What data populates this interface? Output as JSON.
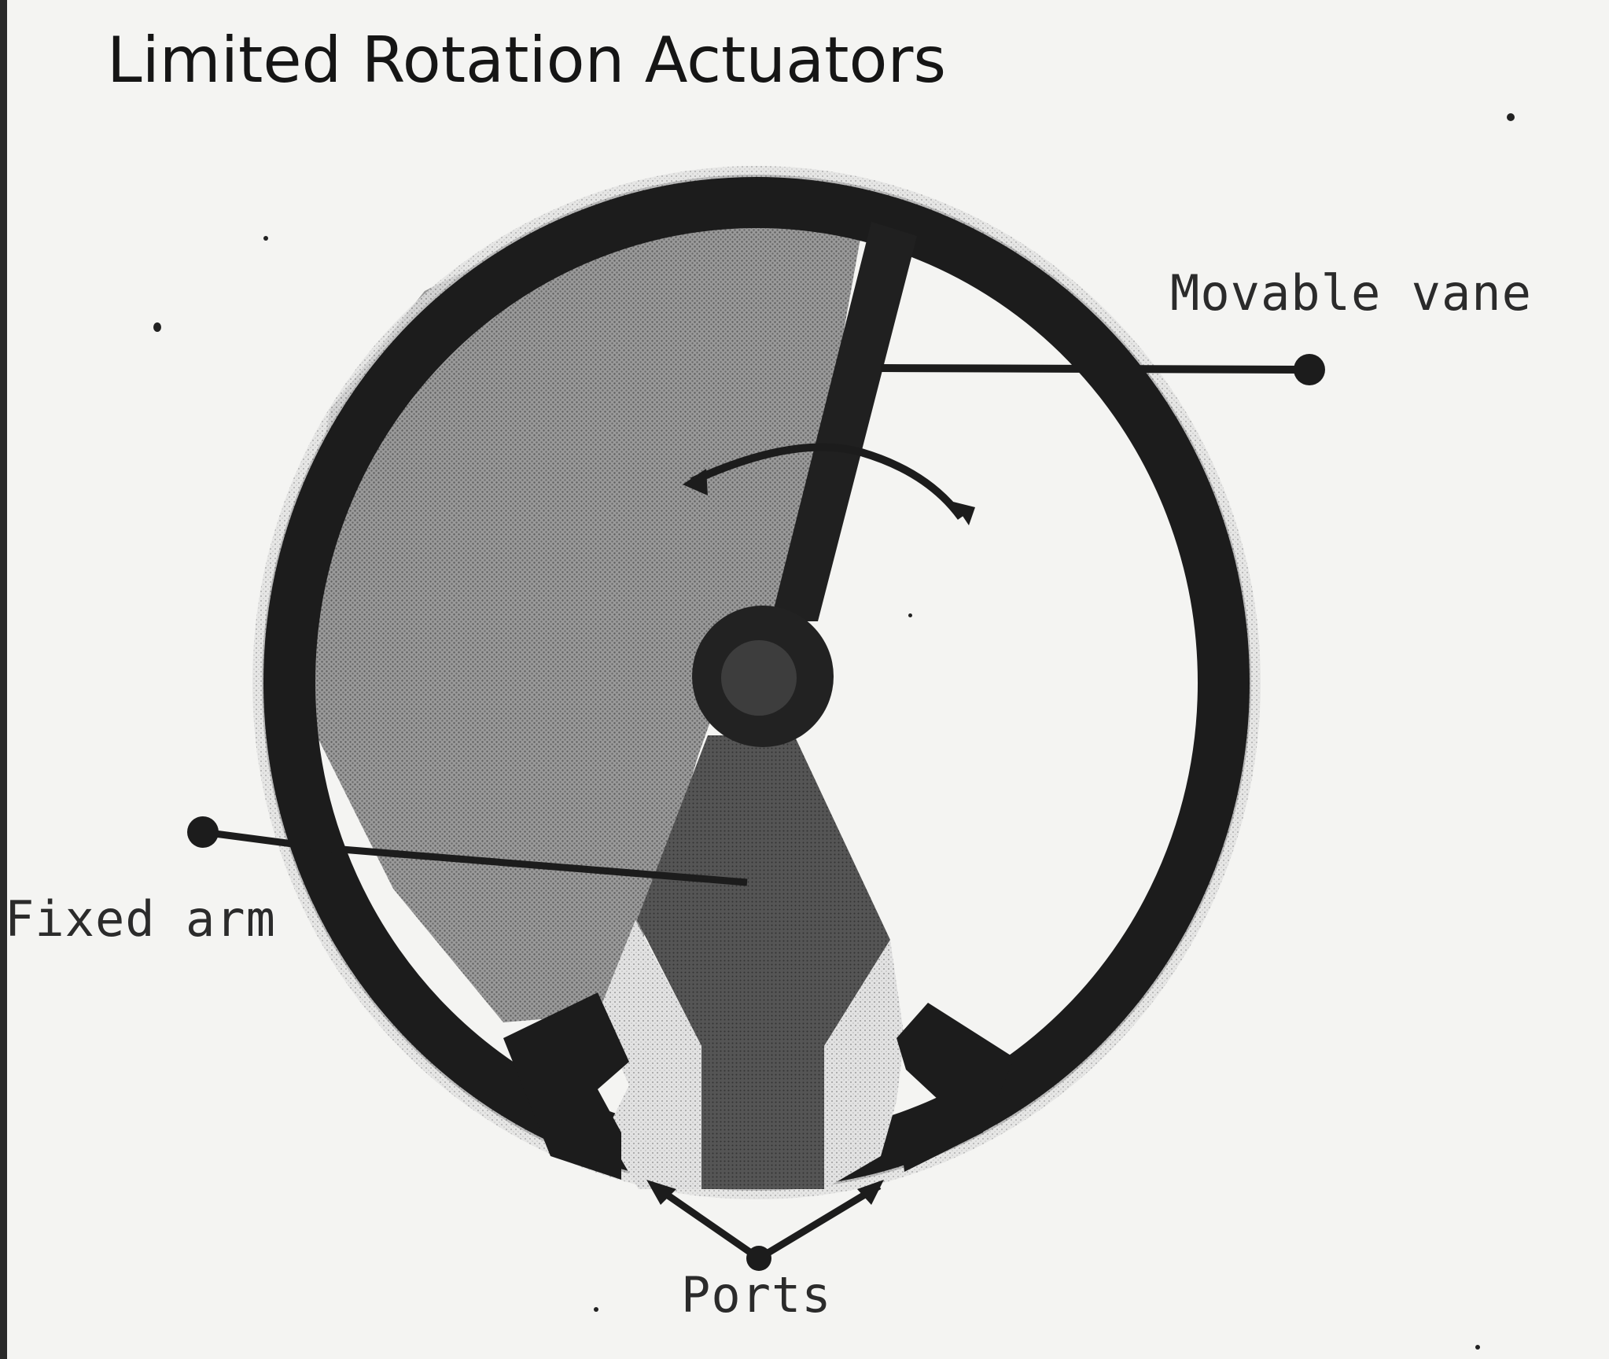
{
  "title": "Limited Rotation Actuators",
  "labels": {
    "movable_vane": "Movable vane",
    "fixed_arm": "Fixed arm",
    "ports": "Ports"
  },
  "colors": {
    "outline": "#1c1c1c",
    "shaded_chamber": "#8f8f8f",
    "fixed_arm": "#505050",
    "port_passage": "#cfcfcf",
    "background": "#f4f4f2"
  }
}
